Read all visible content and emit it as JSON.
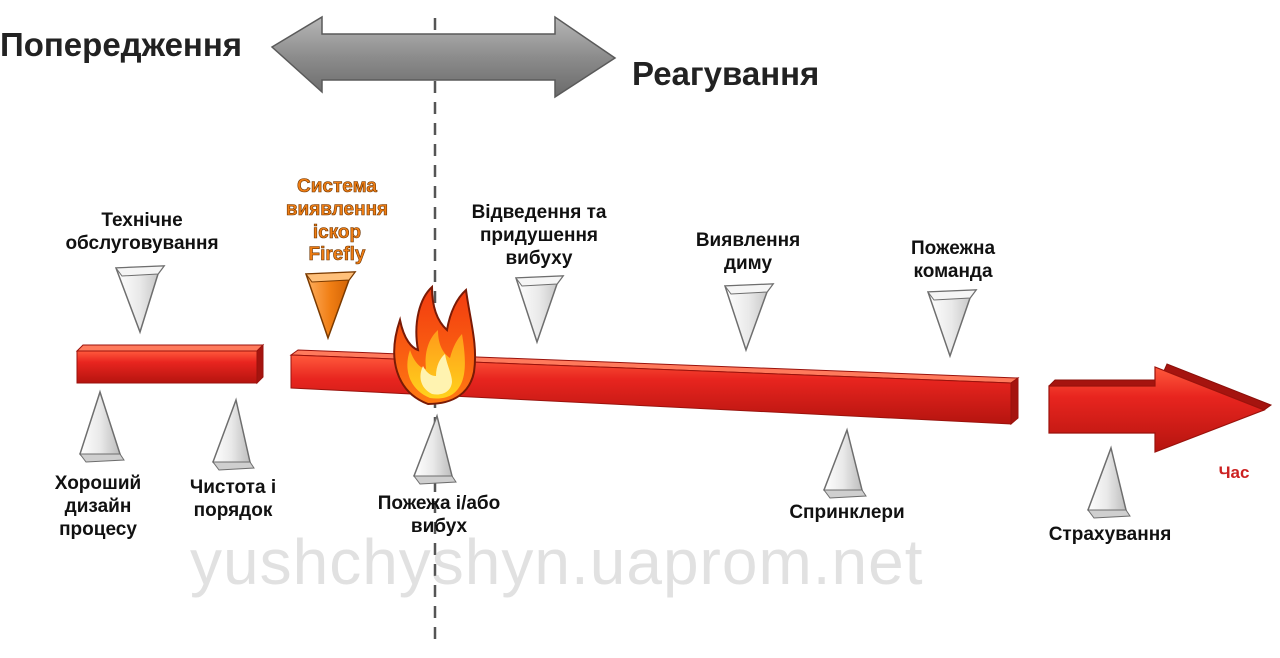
{
  "headers": {
    "left": "Попередження",
    "right": "Реагування"
  },
  "stages": {
    "maintenance": "Технічне\nобслуговування",
    "good_design": "Хороший\nдизайн\nпроцесу",
    "order": "Чистота і\nпорядок",
    "spark_detection": "Система\nвиявлення\nіскор\nFirefly",
    "fire_event": "Пожежа і/або\nвибух",
    "explosion_suppression": "Відведення та\nпридушення\nвибуху",
    "smoke_detection": "Виявлення\nдиму",
    "sprinklers": "Спринклери",
    "fire_brigade": "Пожежна\nкоманда",
    "insurance": "Страхування"
  },
  "axis_label": "Час",
  "watermark": "yushchyshyn.uaprom.net",
  "colors": {
    "bar": "#e8251f",
    "bar_dark": "#a5140f",
    "marker": "#e6e6e6",
    "highlight_marker": "#f07e14",
    "header_arrow": "#8a8a8a"
  },
  "icons": {
    "event_icon": "fire-icon",
    "marker_icon": "triangle-marker-icon"
  }
}
